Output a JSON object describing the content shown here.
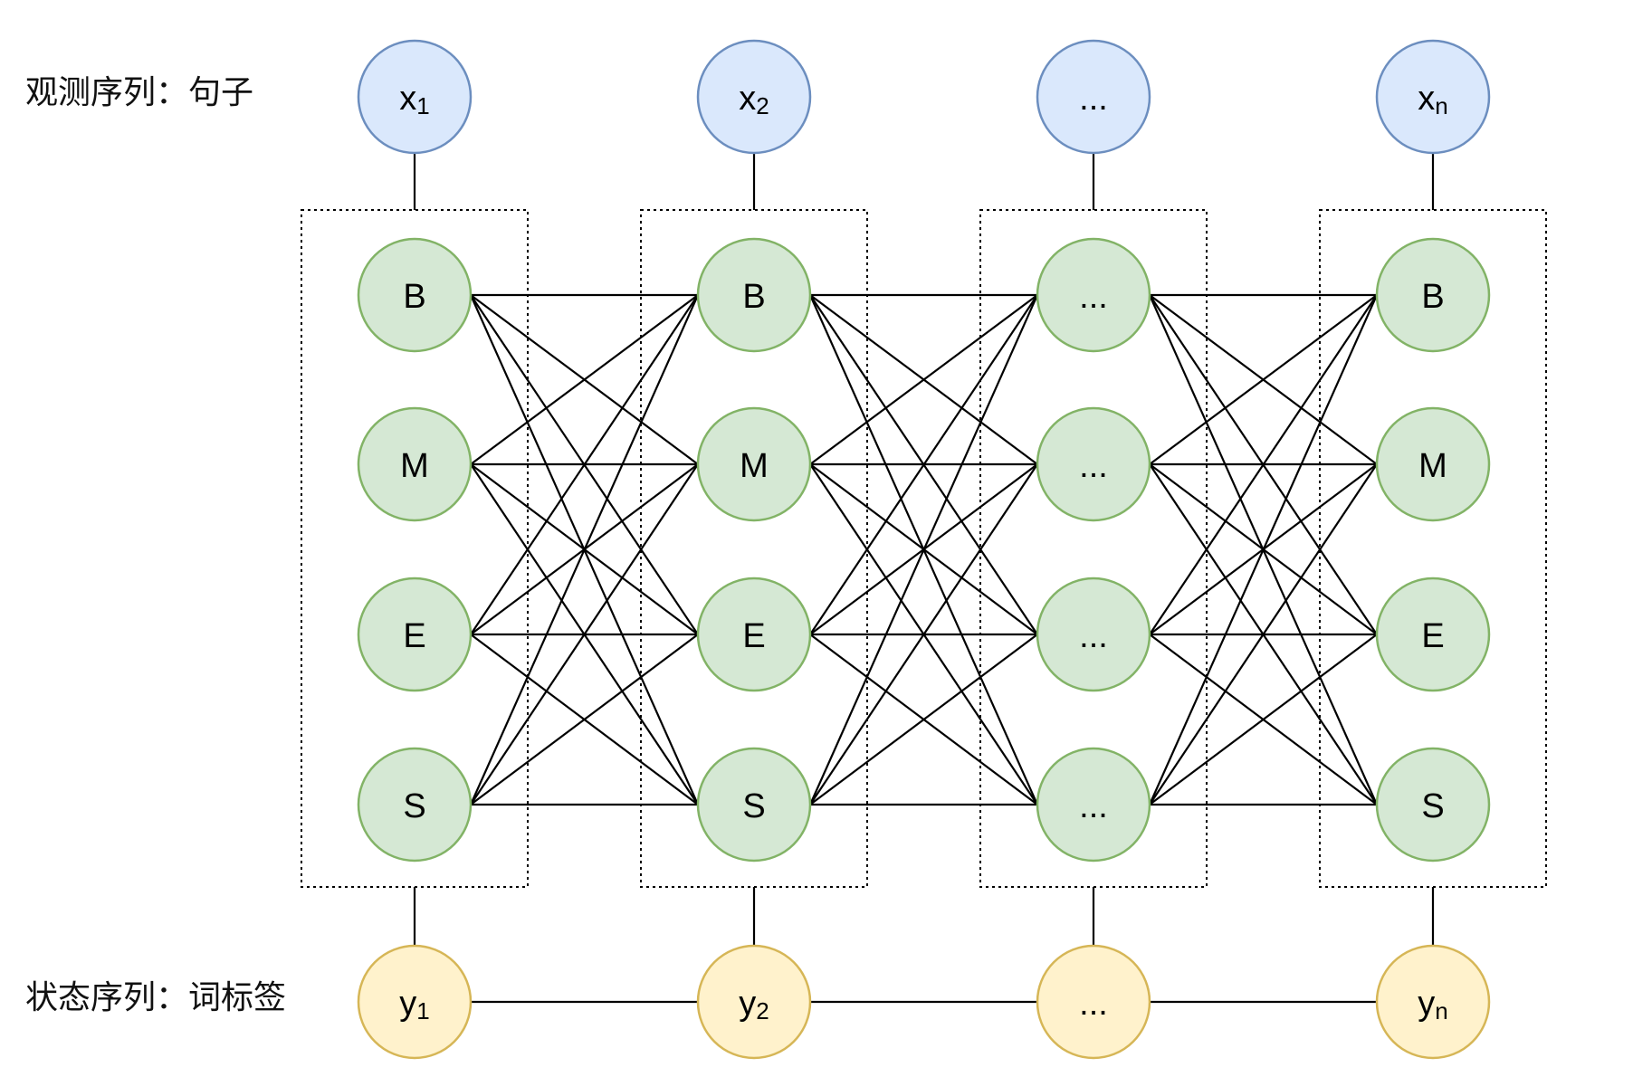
{
  "labels": {
    "observation": "观测序列：句子",
    "state": "状态序列：词标签"
  },
  "colors": {
    "obs_fill": "#dae8fc",
    "obs_stroke": "#6c8ebf",
    "state_fill": "#d5e8d4",
    "state_stroke": "#82b366",
    "label_fill": "#fff2cc",
    "label_stroke": "#d6b656"
  },
  "observations": [
    {
      "base": "x",
      "sub": "1"
    },
    {
      "base": "x",
      "sub": "2"
    },
    {
      "base": "...",
      "sub": ""
    },
    {
      "base": "x",
      "sub": "n"
    }
  ],
  "state_columns": [
    [
      "B",
      "M",
      "E",
      "S"
    ],
    [
      "B",
      "M",
      "E",
      "S"
    ],
    [
      "...",
      "...",
      "...",
      "..."
    ],
    [
      "B",
      "M",
      "E",
      "S"
    ]
  ],
  "tags": [
    {
      "base": "y",
      "sub": "1"
    },
    {
      "base": "y",
      "sub": "2"
    },
    {
      "base": "...",
      "sub": ""
    },
    {
      "base": "y",
      "sub": "n"
    }
  ]
}
